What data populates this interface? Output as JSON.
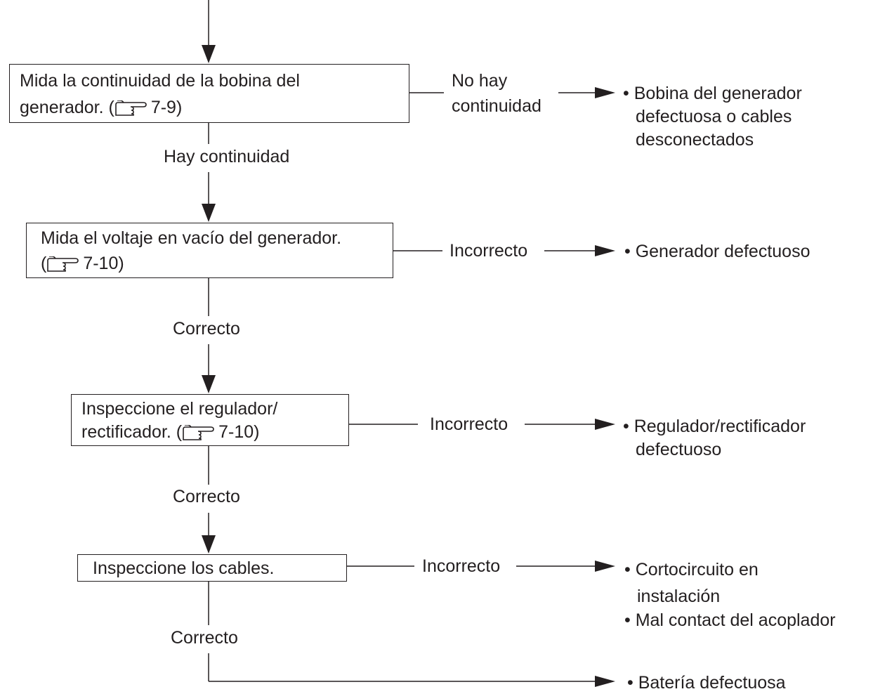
{
  "steps": [
    {
      "line1": "Mida la continuidad de la bobina del",
      "line2_pre": "generador. (",
      "line2_ref": "7-9)"
    },
    {
      "line1": "Mida el voltaje en vacío del generador.",
      "line2_pre": "(",
      "line2_ref": "7-10)"
    },
    {
      "line1": "Inspeccione el regulador/",
      "line2_pre": "rectificador. (",
      "line2_ref": "7-10)"
    },
    {
      "line1": "Inspeccione los cables."
    }
  ],
  "labels": {
    "no_hay_1": "No hay",
    "no_hay_2": "continuidad",
    "hay": "Hay continuidad",
    "incorrecto": "Incorrecto",
    "correcto": "Correcto"
  },
  "results": {
    "r1": [
      "• Bobina del generador",
      "defectuosa o cables",
      "desconectados"
    ],
    "r2": [
      "• Generador defectuoso"
    ],
    "r3": [
      "• Regulador/rectificador",
      "defectuoso"
    ],
    "r4": [
      "• Cortocircuito en",
      "instalación",
      "• Mal contact del acoplador"
    ],
    "r5": [
      "• Batería defectuosa"
    ]
  },
  "icons": {
    "reference": "pointing-hand-icon"
  }
}
